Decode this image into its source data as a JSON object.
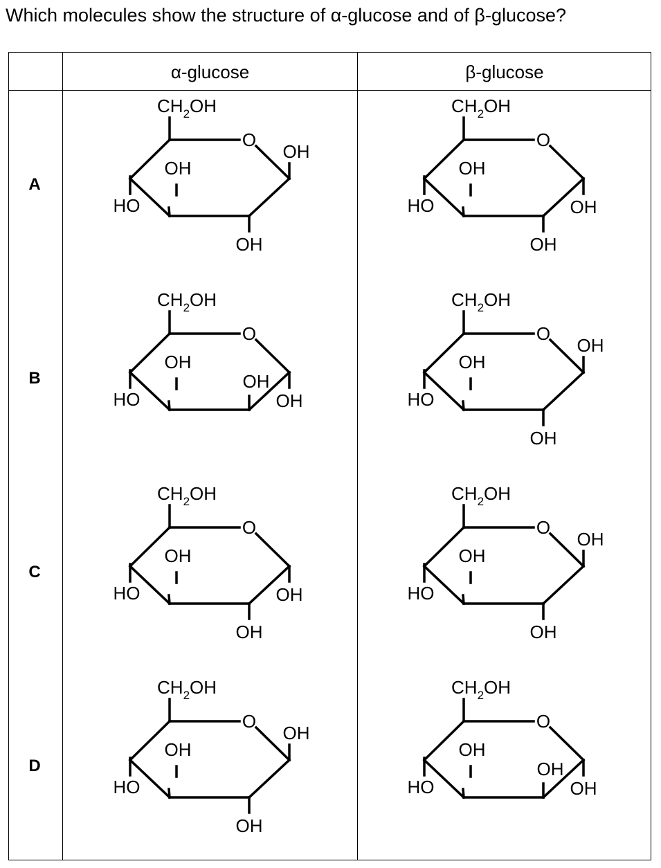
{
  "question": "Which molecules show the structure of α-glucose and of β-glucose?",
  "table": {
    "col_headers": [
      "α-glucose",
      "β-glucose"
    ],
    "rows": [
      {
        "label": "A",
        "alpha": "type1",
        "beta": "type2"
      },
      {
        "label": "B",
        "alpha": "type4",
        "beta": "type3"
      },
      {
        "label": "C",
        "alpha": "type2",
        "beta": "type3"
      },
      {
        "label": "D",
        "alpha": "type1",
        "beta": "type4"
      }
    ]
  },
  "molecule": {
    "ch2oh": "CH",
    "ch2oh_sub": "2",
    "ch2oh_tail": "OH",
    "ring_o": "O",
    "oh": "OH",
    "ho": "HO"
  }
}
